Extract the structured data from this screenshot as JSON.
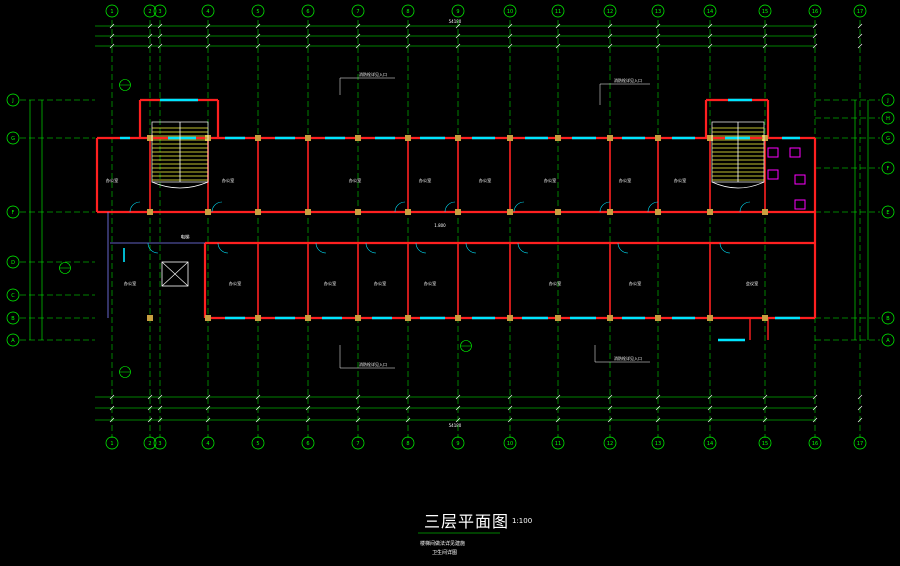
{
  "drawing": {
    "title": "三层平面图",
    "scale": "1:100",
    "notes": [
      "楼梯间做法详见建施",
      "卫生间详图"
    ]
  },
  "axes_x": [
    "1",
    "2",
    "3",
    "4",
    "5",
    "6",
    "7",
    "8",
    "9",
    "10",
    "11",
    "12",
    "13",
    "14",
    "15",
    "16",
    "17"
  ],
  "axes_y": [
    "J",
    "G",
    "F",
    "D",
    "C",
    "B",
    "A"
  ],
  "axes_y_right": [
    "J",
    "H",
    "G",
    "F",
    "E",
    "B",
    "A"
  ],
  "overall_dim": "54180",
  "rooms_north": [
    "办公室",
    "办公室",
    "办公室",
    "办公室",
    "办公室",
    "办公室",
    "办公室",
    "办公室"
  ],
  "rooms_south": [
    "办公室",
    "办公室",
    "办公室",
    "办公室",
    "办公室",
    "办公室",
    "办公室",
    "会议室"
  ],
  "corridor_label": "1.800",
  "elevator_label": "电梯",
  "callouts": [
    "消防栓详见入口",
    "消防栓详见入口",
    "消防栓详见入口",
    "消防栓详见入口"
  ],
  "colors": {
    "background": "#000000",
    "axis": "#00ff00",
    "wall": "#ff2020",
    "window": "#00e5ff",
    "text": "#ffffff",
    "column": "#c8a040",
    "fixture": "#ff00ff"
  }
}
